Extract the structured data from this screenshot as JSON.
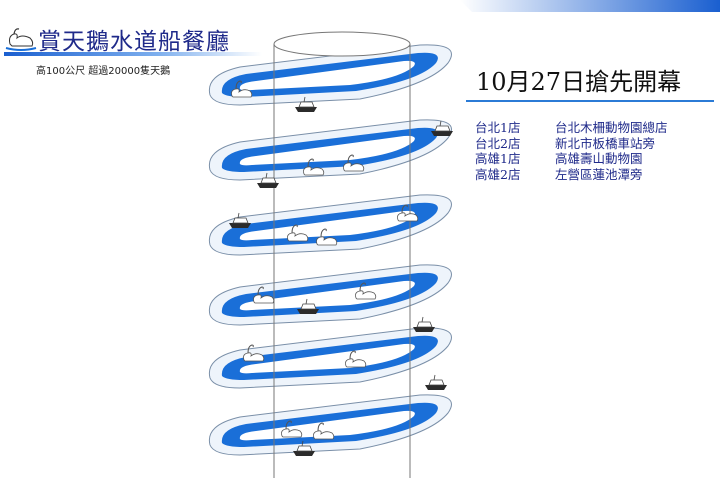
{
  "header": {
    "title": "賞天鵝水道船餐廳",
    "subtitle": "高100公尺  超過20000隻天鵝"
  },
  "headline": "10月27日搶先開幕",
  "stores": [
    {
      "name": "台北1店",
      "location": "台北木柵動物園總店"
    },
    {
      "name": "台北2店",
      "location": "新北市板橋車站旁"
    },
    {
      "name": "高雄1店",
      "location": "高雄壽山動物園"
    },
    {
      "name": "高雄2店",
      "location": "左營區蓮池潭旁"
    }
  ],
  "colors": {
    "water_blue": "#1a6fd8",
    "title_gradient_start": "#1a5fd0",
    "title_text": "#1f2a8a",
    "accent_line": "#2b7bd6"
  },
  "icons": [
    "swan-icon",
    "boat-icon",
    "swan-logo-icon"
  ]
}
